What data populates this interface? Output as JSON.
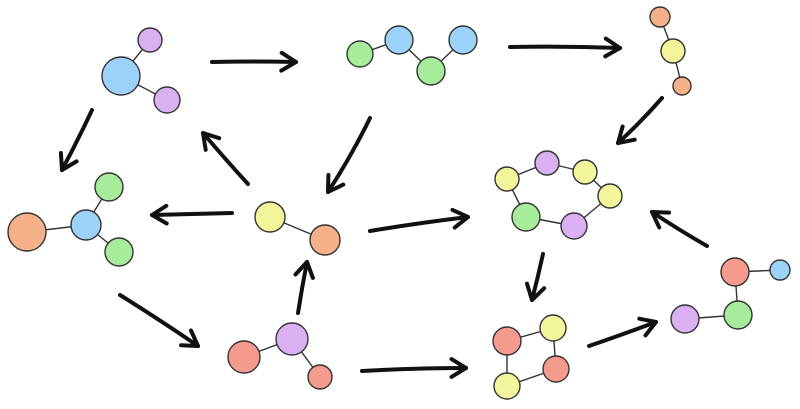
{
  "colors": {
    "purple": "#d9b0f2",
    "blue": "#9cd2f7",
    "green": "#a7ec9a",
    "yellow": "#f3f59c",
    "orange": "#f7b188",
    "salmon": "#f59b8d",
    "stroke": "#333333",
    "arrow": "#111111"
  },
  "molecules": [
    {
      "id": "m1",
      "nodes": [
        [
          "purple"
        ],
        [
          "blue"
        ],
        [
          "purple"
        ]
      ],
      "edges": [
        [
          0,
          1
        ],
        [
          1,
          2
        ]
      ]
    },
    {
      "id": "m2",
      "nodes": [
        [
          "green"
        ],
        [
          "blue"
        ],
        [
          "green"
        ],
        [
          "blue"
        ]
      ],
      "edges": [
        [
          0,
          1
        ],
        [
          1,
          2
        ],
        [
          2,
          3
        ]
      ]
    },
    {
      "id": "m3",
      "nodes": [
        [
          "orange"
        ],
        [
          "yellow"
        ],
        [
          "orange"
        ]
      ],
      "edges": [
        [
          0,
          1
        ],
        [
          1,
          2
        ]
      ]
    },
    {
      "id": "m4",
      "nodes": [
        [
          "green"
        ],
        [
          "orange"
        ],
        [
          "blue"
        ],
        [
          "green"
        ]
      ],
      "edges": [
        [
          0,
          2
        ],
        [
          1,
          2
        ],
        [
          2,
          3
        ]
      ]
    },
    {
      "id": "m5",
      "nodes": [
        [
          "yellow"
        ],
        [
          "orange"
        ]
      ],
      "edges": [
        [
          0,
          1
        ]
      ]
    },
    {
      "id": "m6",
      "nodes": [
        [
          "yellow"
        ],
        [
          "purple"
        ],
        [
          "yellow"
        ],
        [
          "yellow"
        ],
        [
          "green"
        ],
        [
          "purple"
        ]
      ],
      "edges": [
        [
          0,
          1
        ],
        [
          1,
          2
        ],
        [
          2,
          3
        ],
        [
          3,
          5
        ],
        [
          5,
          4
        ],
        [
          4,
          0
        ]
      ]
    },
    {
      "id": "m7",
      "nodes": [
        [
          "salmon"
        ],
        [
          "purple"
        ],
        [
          "salmon"
        ]
      ],
      "edges": [
        [
          0,
          1
        ],
        [
          1,
          2
        ]
      ]
    },
    {
      "id": "m8",
      "nodes": [
        [
          "salmon"
        ],
        [
          "yellow"
        ],
        [
          "yellow"
        ],
        [
          "salmon"
        ]
      ],
      "edges": [
        [
          0,
          1
        ],
        [
          1,
          3
        ],
        [
          3,
          2
        ],
        [
          2,
          0
        ]
      ]
    },
    {
      "id": "m9",
      "nodes": [
        [
          "salmon"
        ],
        [
          "blue"
        ],
        [
          "purple"
        ],
        [
          "green"
        ]
      ],
      "edges": [
        [
          0,
          1
        ],
        [
          0,
          3
        ],
        [
          2,
          3
        ]
      ]
    }
  ],
  "arrows": [
    {
      "from": "m1",
      "to": "m2"
    },
    {
      "from": "m2",
      "to": "m3"
    },
    {
      "from": "m1",
      "to": "m4"
    },
    {
      "from": "m3",
      "to": "m6"
    },
    {
      "from": "m2",
      "to": "m5"
    },
    {
      "from": "m5",
      "to": "m1"
    },
    {
      "from": "m5",
      "to": "m4"
    },
    {
      "from": "m5",
      "to": "m6"
    },
    {
      "from": "m4",
      "to": "m7"
    },
    {
      "from": "m7",
      "to": "m5"
    },
    {
      "from": "m7",
      "to": "m8"
    },
    {
      "from": "m6",
      "to": "m8"
    },
    {
      "from": "m8",
      "to": "m9"
    },
    {
      "from": "m9",
      "to": "m6"
    }
  ]
}
